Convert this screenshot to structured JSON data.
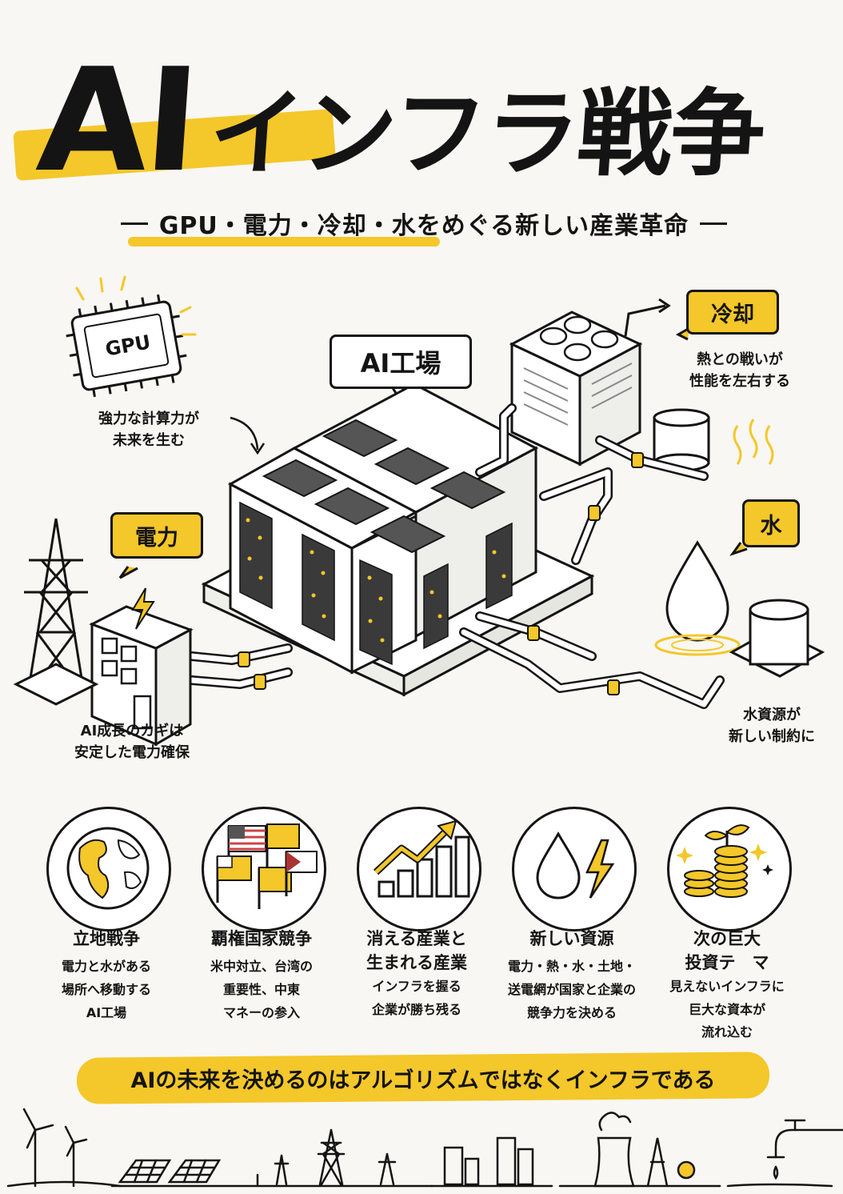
{
  "header": {
    "title_ai": "AI",
    "title_rest": "インフラ戦争",
    "subtitle_dash": "—",
    "subtitle": "GPU・電力・冷却・水をめぐる新しい産業革命"
  },
  "diagram": {
    "gpu_chip_label": "GPU",
    "gpu_caption": [
      "強力な計算力が",
      "未来を生む"
    ],
    "factory_label": "AI工場",
    "cooling_label": "冷却",
    "cooling_caption": [
      "熱との戦いが",
      "性能を左右する"
    ],
    "power_label": "電力",
    "power_caption": [
      "AI成長のカギは",
      "安定した電力確保"
    ],
    "water_label": "水",
    "water_caption": [
      "水資源が",
      "新しい制約に"
    ]
  },
  "themes": [
    {
      "icon": "globe-icon",
      "title": [
        "立地戦争"
      ],
      "desc": [
        "電力と水がある",
        "場所へ移動する",
        "AI工場"
      ]
    },
    {
      "icon": "flags-icon",
      "title": [
        "覇権国家競争"
      ],
      "desc": [
        "米中対立、台湾の",
        "重要性、中東",
        "マネーの参入"
      ]
    },
    {
      "icon": "growth-chart-icon",
      "title": [
        "消える産業と",
        "生まれる産業"
      ],
      "desc": [
        "インフラを握る",
        "企業が勝ち残る"
      ]
    },
    {
      "icon": "water-power-icon",
      "title": [
        "新しい資源"
      ],
      "desc": [
        "電力・熱・水・土地・",
        "送電網が国家と企業の",
        "競争力を決める"
      ]
    },
    {
      "icon": "coins-sprout-icon",
      "title": [
        "次の巨大",
        "投資テ　マ"
      ],
      "desc": [
        "見えないインフラに",
        "巨大な資本が",
        "流れ込む"
      ]
    }
  ],
  "footer": {
    "banner": "AIの未来を決めるのはアルゴリズムではなくインフラである"
  },
  "colors": {
    "accent": "#f4c72a",
    "ink": "#141414",
    "background": "#f8f7f3"
  }
}
